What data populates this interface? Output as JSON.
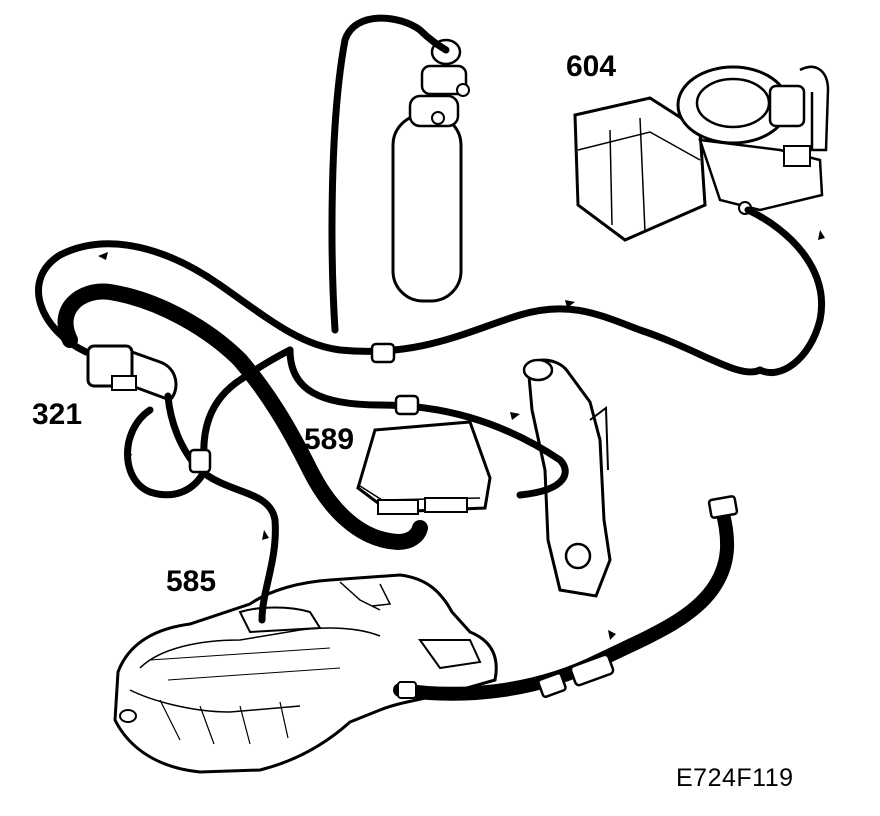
{
  "diagram": {
    "callouts": {
      "canister_valve": "604",
      "purge_valve": "321",
      "control_module": "589",
      "fuel_tank": "585"
    },
    "figure_id": "E724F119"
  }
}
